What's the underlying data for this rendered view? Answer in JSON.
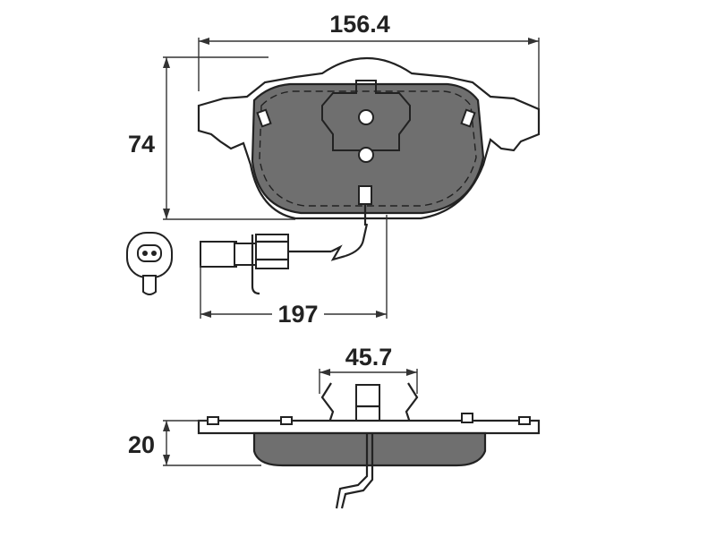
{
  "dimensions": {
    "width": "156.4",
    "height": "74",
    "sensor_length": "197",
    "clip_width": "45.7",
    "thickness": "20"
  }
}
